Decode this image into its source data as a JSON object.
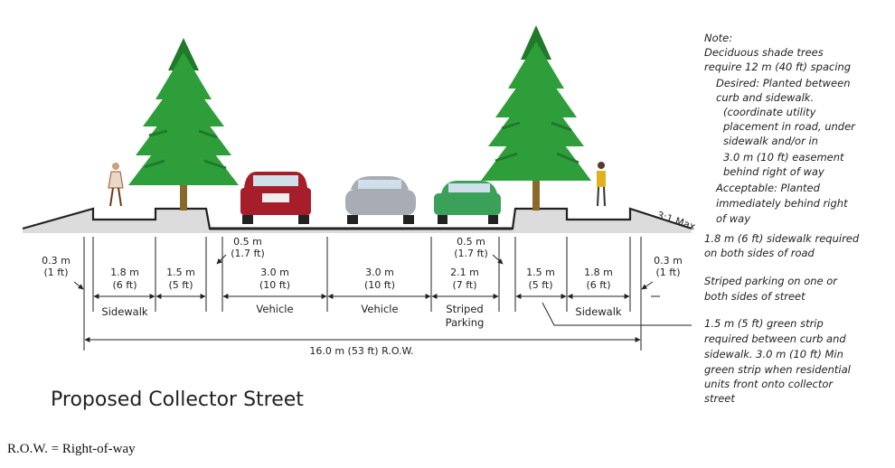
{
  "title": "Proposed Collector Street",
  "footnote": "R.O.W. = Right-of-way",
  "row_total": "16.0 m (53 ft) R.O.W.",
  "slope": "3:1 Max",
  "edges": {
    "left": [
      "0.3 m",
      "(1 ft)"
    ],
    "right": [
      "0.3 m",
      "(1 ft)"
    ],
    "gutter_left": [
      "0.5 m",
      "(1.7 ft)"
    ],
    "gutter_right": [
      "0.5 m",
      "(1.7 ft)"
    ]
  },
  "segments": [
    {
      "m": "1.8 m",
      "ft": "(6 ft)",
      "label": "Sidewalk"
    },
    {
      "m": "1.5 m",
      "ft": "(5 ft)",
      "label": ""
    },
    {
      "m": "3.0 m",
      "ft": "(10 ft)",
      "label": "Vehicle"
    },
    {
      "m": "3.0 m",
      "ft": "(10 ft)",
      "label": "Vehicle"
    },
    {
      "m": "2.1 m",
      "ft": "(7 ft)",
      "label": "Striped",
      "label2": "Parking"
    },
    {
      "m": "1.5 m",
      "ft": "(5 ft)",
      "label": ""
    },
    {
      "m": "1.8 m",
      "ft": "(6 ft)",
      "label": "Sidewalk"
    }
  ],
  "notes": {
    "trees": [
      "Note:",
      "Deciduous shade trees",
      "require 12 m (40 ft) spacing",
      "Desired: Planted between",
      "curb and sidewalk.",
      "(coordinate utility",
      "placement in road, under",
      "sidewalk and/or in",
      "3.0 m (10 ft) easement",
      "behind right of way",
      "Acceptable: Planted",
      "immediately behind right",
      "of way"
    ],
    "sidewalk": [
      "1.8 m (6 ft) sidewalk required",
      "on both sides of road"
    ],
    "parking": [
      "Striped parking on one or",
      "both sides of street"
    ],
    "green_strip": [
      "1.5 m (5 ft) green strip",
      "required between curb and",
      "sidewalk. 3.0 m (10 ft) Min",
      "green strip when residential",
      "units front onto collector",
      "street"
    ]
  },
  "colors": {
    "tree_green": "#2e9e3a",
    "tree_dark": "#1f7a2a",
    "trunk": "#8a6a2a",
    "ground": "#d9d9d9",
    "car_red": "#a51e2a",
    "car_gray": "#a8acb4",
    "car_green": "#3aa05a",
    "pedestrian_yellow": "#e0b020"
  }
}
